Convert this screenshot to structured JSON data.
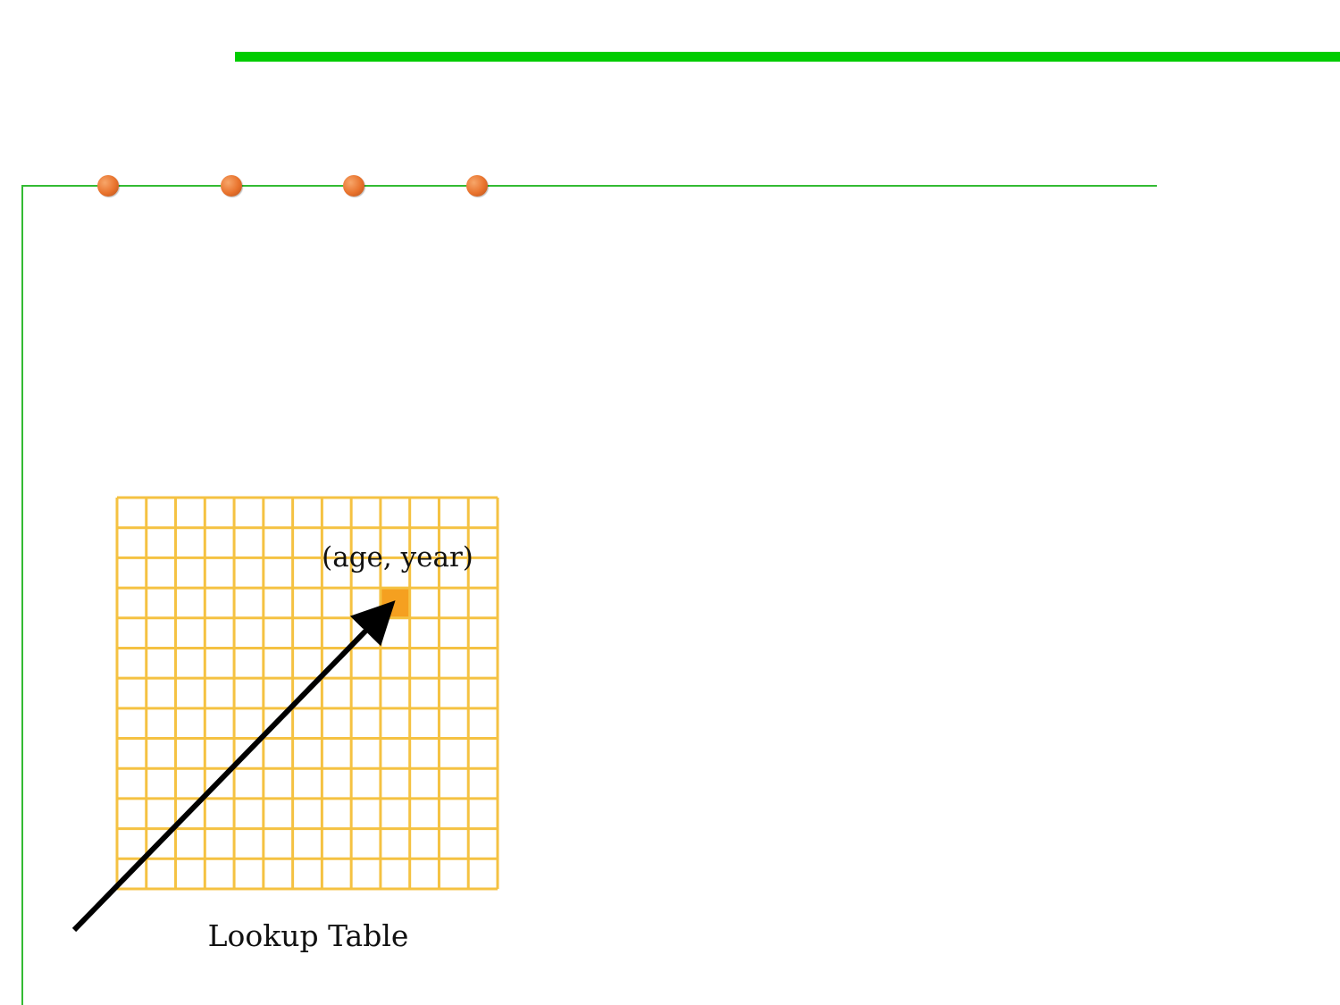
{
  "slide": {
    "caption": "Lookup Table",
    "cell_label": "(age, year)"
  },
  "lookup_table": {
    "rows": 13,
    "columns": 13,
    "highlighted_cell": {
      "row": 3,
      "column": 9
    }
  },
  "colors": {
    "accent_green": "#00cc00",
    "frame_green": "#33bb33",
    "grid_line": "#f5c242",
    "highlight_cell": "#f5a020",
    "bullet_dot": "#e8722c",
    "arrow": "#000000"
  },
  "decor": {
    "bullet_count": 4
  }
}
